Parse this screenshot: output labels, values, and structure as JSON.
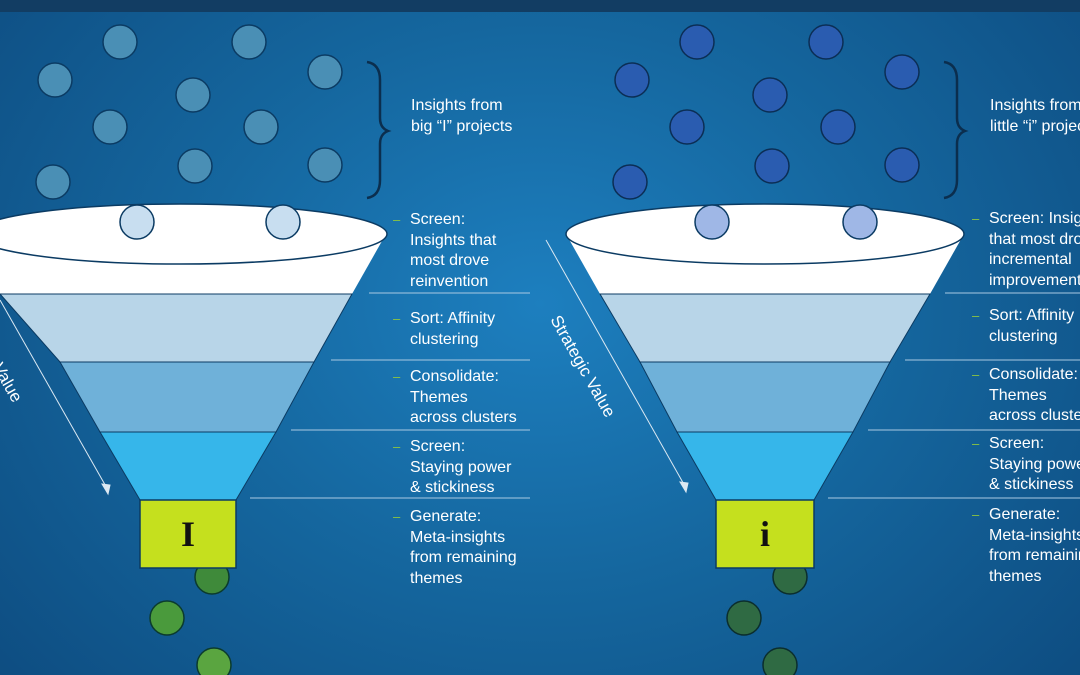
{
  "colors": {
    "background": "#1a73b2",
    "big_dot": "#4a8fb5",
    "little_dot": "#2a5cb0",
    "output_dot": "#4a8a3c",
    "stem": "#c5e01e",
    "funnel_top": "#ffffff",
    "band_1": "#b8d5e8",
    "band_2": "#6fb1d9",
    "band_3": "#36b6ea",
    "dash": "#8ec63f"
  },
  "left_panel": {
    "source_label": "Insights from\nbig “I” projects",
    "axis_label": "Strategic Value",
    "stem_letter": "I",
    "stages": [
      {
        "text": "Screen:\nInsights that\nmost drove\nreinvention"
      },
      {
        "text": "Sort: Affinity\nclustering"
      },
      {
        "text": "Consolidate:\nThemes\nacross clusters"
      },
      {
        "text": "Screen:\nStaying power\n& stickiness"
      },
      {
        "text": "Generate:\nMeta-insights\nfrom remaining\nthemes"
      }
    ]
  },
  "right_panel": {
    "source_label": "Insights from\nlittle “i” projects",
    "axis_label": "Strategic Value",
    "stem_letter": "i",
    "stages": [
      {
        "text": "Screen: Insights\nthat most drove\nincremental\nimprovement"
      },
      {
        "text": "Sort: Affinity\nclustering"
      },
      {
        "text": "Consolidate:\nThemes\nacross clusters"
      },
      {
        "text": "Screen:\nStaying power\n& stickiness"
      },
      {
        "text": "Generate:\nMeta-insights\nfrom remaining\nthemes"
      }
    ]
  }
}
